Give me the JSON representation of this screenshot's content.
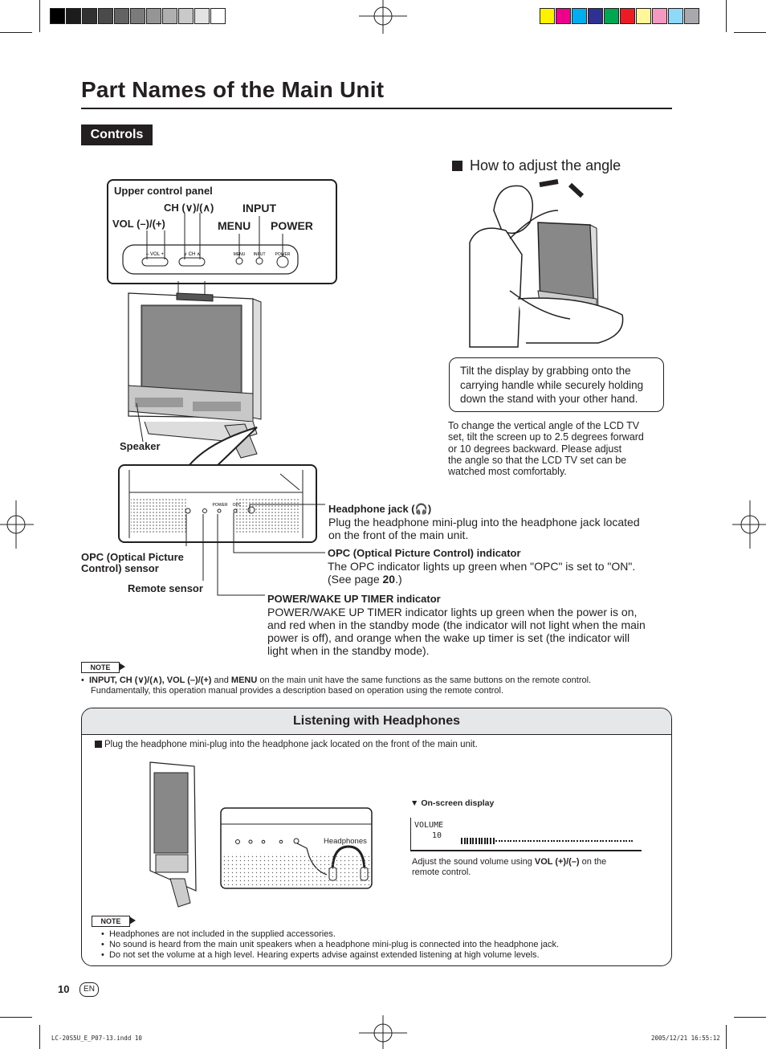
{
  "colors": {
    "gray_swatches": [
      "#000000",
      "#1c1c1c",
      "#323232",
      "#4a4a4a",
      "#636363",
      "#7b7b7b",
      "#959595",
      "#afafaf",
      "#c9c9c9",
      "#e3e3e3",
      "#ffffff"
    ],
    "color_swatches": [
      "#fff200",
      "#ec008c",
      "#00aeef",
      "#2e3192",
      "#00a651",
      "#ed1c24",
      "#fff799",
      "#f49ac1",
      "#8ed8f8",
      "#a7a9ac"
    ]
  },
  "page": {
    "title": "Part Names of the Main Unit",
    "section": "Controls"
  },
  "upper_panel": {
    "heading": "Upper control panel",
    "ch_label": "CH (∨)/(∧)",
    "input_label": "INPUT",
    "vol_label": "VOL (–)/(+)",
    "menu_label": "MENU",
    "power_label": "POWER",
    "tiny_vol": "– VOL +",
    "tiny_ch": "∨ CH ∧",
    "tiny_menu": "MENU",
    "tiny_input": "INPUT",
    "tiny_power": "POWER"
  },
  "labels": {
    "speaker": "Speaker",
    "opc_sensor_line1": "OPC (Optical Picture",
    "opc_sensor_line2": "Control) sensor",
    "remote_sensor": "Remote sensor",
    "front_power_tiny": "POWER",
    "front_opc_tiny": "OPC"
  },
  "descriptions": {
    "headphone_title": "Headphone jack (🎧)",
    "headphone_text1": "Plug the headphone mini-plug into the headphone jack located",
    "headphone_text2": "on the front of the main unit.",
    "opc_title": "OPC (Optical Picture Control) indicator",
    "opc_text1": "The OPC indicator lights up green when \"OPC\" is set to \"ON\".",
    "opc_text2_pre": "(See page ",
    "opc_text2_page": "20",
    "opc_text2_post": ".)",
    "power_title": "POWER/WAKE UP TIMER indicator",
    "power_text1": "POWER/WAKE UP TIMER indicator lights up green when the power is on,",
    "power_text2": "and red when in the standby mode (the indicator will not light when the main",
    "power_text3": "power is off), and orange when the wake up timer is set (the indicator will",
    "power_text4": "light when in the standby mode)."
  },
  "angle": {
    "heading": "How to adjust the angle",
    "bubble1": "Tilt the display by grabbing onto the",
    "bubble2": "carrying handle while securely holding",
    "bubble3": "down the stand with your other hand.",
    "para1": "To change the vertical angle of the LCD TV",
    "para2": "set, tilt the screen up to 2.5 degrees forward",
    "para3": "or 10 degrees backward. Please adjust",
    "para4": "the angle so that the LCD TV set can be",
    "para5": "watched most comfortably."
  },
  "note1": {
    "badge": "NOTE",
    "bold_part": "INPUT, CH (∨)/(∧), VOL (–)/(+)",
    "and_word": " and ",
    "menu_word": "MENU",
    "rest": " on the main unit have the same functions as the same buttons on the remote control.",
    "line2": "Fundamentally, this operation manual provides a description based on operation using the remote control."
  },
  "headphones_section": {
    "title": "Listening with Headphones",
    "intro": "Plug the headphone mini-plug into the headphone jack located on the front of the main unit.",
    "headphones_label": "Headphones",
    "osd_heading": "On-screen display",
    "osd_volume_label": "VOLUME",
    "osd_volume_value": "10",
    "osd_level": 0.2,
    "adjust1_pre": "Adjust the sound volume using ",
    "adjust1_bold": "VOL (+)/(–)",
    "adjust1_post": " on the",
    "adjust2": "remote control.",
    "note_badge": "NOTE",
    "notes": [
      "Headphones are not included in the supplied accessories.",
      "No sound is heard from the main unit speakers when a headphone mini-plug is connected into the headphone jack.",
      "Do not set the volume at a high level. Hearing experts advise against extended listening at high volume levels."
    ]
  },
  "footer": {
    "page_number": "10",
    "lang": "EN",
    "file": "LC-20S5U_E_P07-13.indd   10",
    "timestamp": "2005/12/21   16:55:12"
  }
}
